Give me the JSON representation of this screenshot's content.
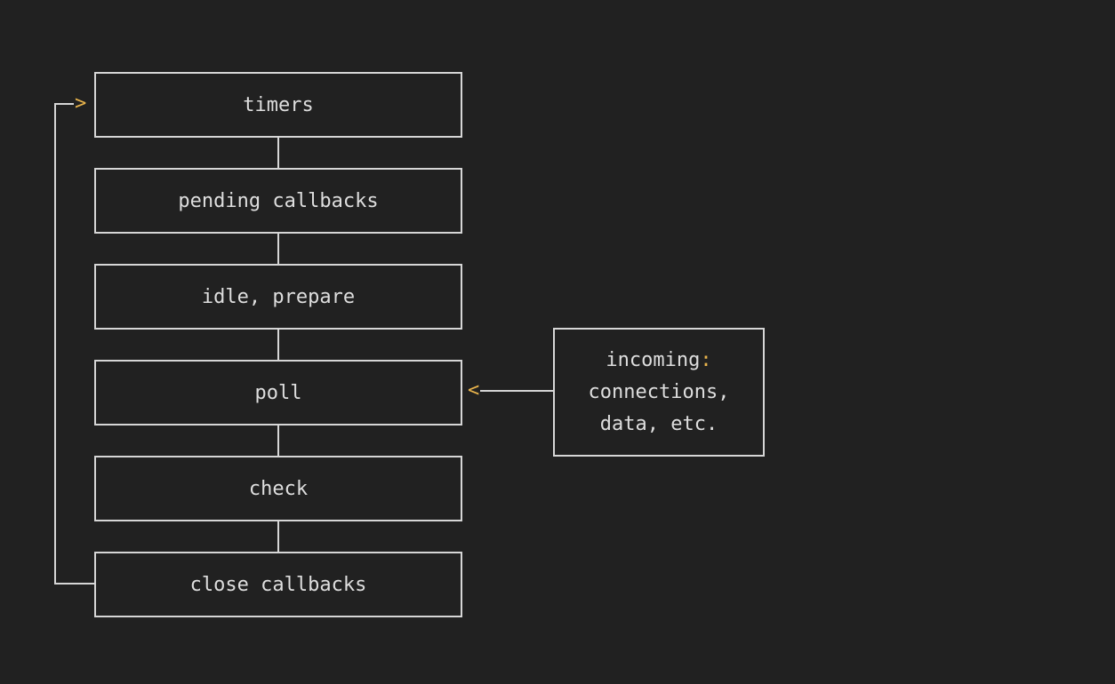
{
  "phases": [
    {
      "label": "timers"
    },
    {
      "label": "pending callbacks"
    },
    {
      "label": "idle, prepare"
    },
    {
      "label": "poll"
    },
    {
      "label": "check"
    },
    {
      "label": "close callbacks"
    }
  ],
  "incoming": {
    "line1": "incoming",
    "colon": ":",
    "line2": "connections,",
    "line3": "data, etc."
  },
  "arrows": {
    "loop_head": ">",
    "incoming_head": "<"
  },
  "colors": {
    "background": "#212121",
    "line": "#d6d6d6",
    "accent": "#e9b44c",
    "text": "#dedede"
  }
}
